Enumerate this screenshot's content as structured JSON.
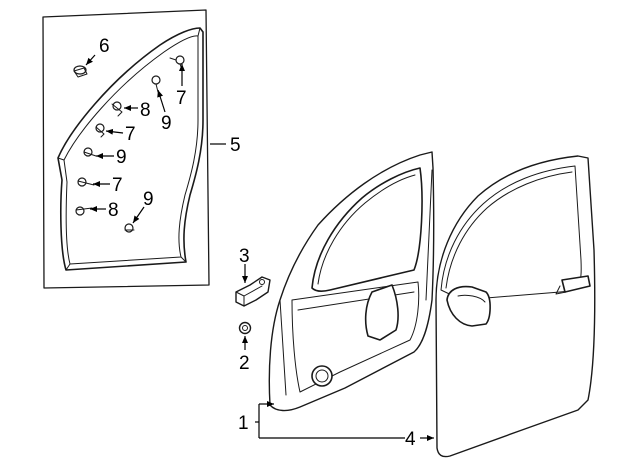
{
  "callouts": {
    "c1": "1",
    "c2": "2",
    "c3": "3",
    "c4": "4",
    "c5": "5",
    "c6": "6",
    "c7a": "7",
    "c7b": "7",
    "c7c": "7",
    "c8a": "8",
    "c8b": "8",
    "c9a": "9",
    "c9b": "9",
    "c9c": "9"
  },
  "colors": {
    "line": "#1a1a1a",
    "background": "#ffffff"
  }
}
